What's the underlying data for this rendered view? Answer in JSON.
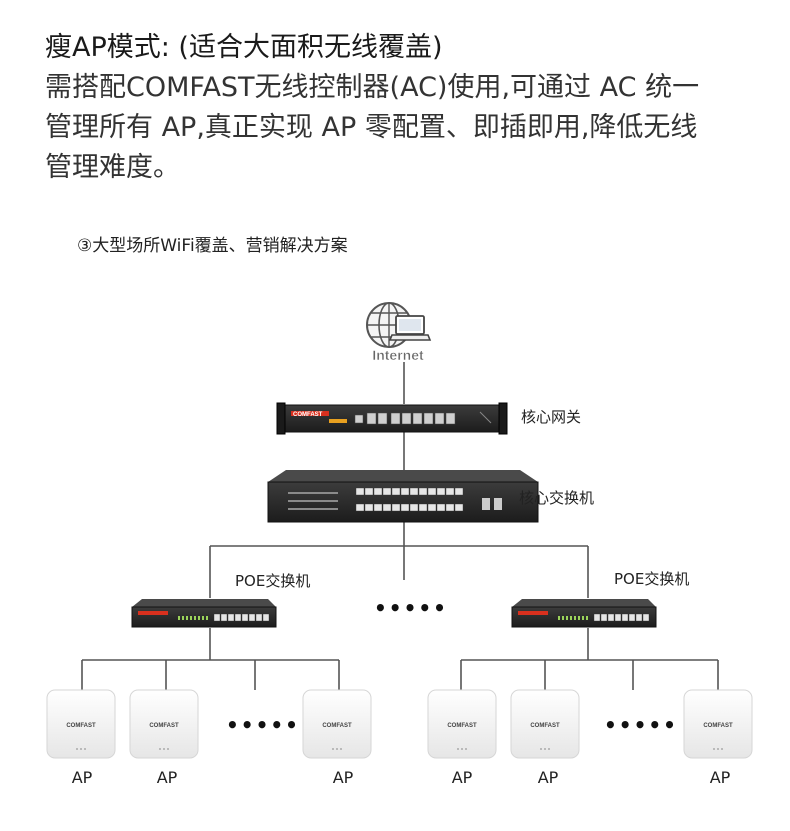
{
  "header": {
    "title": "瘦AP模式: (适合大面积无线覆盖)",
    "desc_line1": "需搭配COMFAST无线控制器(AC)使用,可通过 AC 统一",
    "desc_line2": "管理所有 AP,真正实现 AP 零配置、即插即用,降低无线",
    "desc_line3": "管理难度。"
  },
  "diagram": {
    "subtitle": "③大型场所WiFi覆盖、营销解决方案",
    "internet_label": "Internet",
    "gateway_label": "核心网关",
    "core_switch_label": "核心交换机",
    "poe_left_label": "POE交换机",
    "poe_right_label": "POE交换机",
    "brand": "COMFAST",
    "ellipsis": "•••••",
    "ap_label": "AP"
  },
  "colors": {
    "line": "#555555",
    "device_dark": "#2b2b2b",
    "brand_red": "#d9301e",
    "ap_body": "#f2f2f2"
  }
}
